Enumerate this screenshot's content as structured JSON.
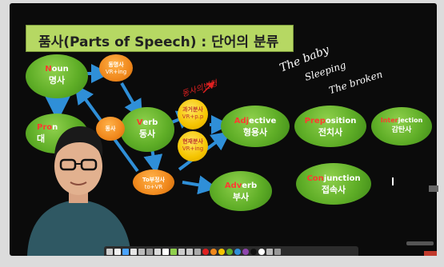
{
  "title": "품사(Parts of Speech) : 단어의 분류",
  "nodes": {
    "noun": {
      "first": "N",
      "rest": "oun",
      "ko": "명사"
    },
    "pronoun": {
      "first": "Pro",
      "rest": "n",
      "ko": "대"
    },
    "verb": {
      "first": "V",
      "rest": "erb",
      "ko": "동사"
    },
    "adjective": {
      "first": "Adj",
      "rest": "ective",
      "ko": "형용사"
    },
    "adverb": {
      "first": "Adv",
      "rest": "erb",
      "ko": "부사"
    },
    "preposition": {
      "first": "Prep",
      "rest": "osition",
      "ko": "전치사"
    },
    "conjunction": {
      "first": "Con",
      "rest": "junction",
      "ko": "접속사"
    },
    "interjection": {
      "first": "Inter",
      "rest": "jection",
      "ko": "감탄사"
    }
  },
  "small_nodes": {
    "gerund": {
      "l1": "동명사",
      "l2": "VR+ing"
    },
    "verb_partial": {
      "l1": "동사"
    },
    "past_participle": {
      "l1": "과거분사",
      "l2": "VR+p.p"
    },
    "present_participle": {
      "l1": "현재분사",
      "l2": "VR+ing"
    },
    "to_infinitive": {
      "l1": "To부정사",
      "l2": "to+VR"
    }
  },
  "handwriting": {
    "red_note": "동사의변형",
    "line1": "The baby",
    "line2": "Sleeping",
    "line3": "The broken"
  },
  "colors": {
    "board": "#0b0b0b",
    "title_bg": "#b6d863",
    "node_green": "#5fae27",
    "arrow_blue": "#2f8fd8",
    "small_yellow": "#f5c400",
    "small_orange": "#f0881c",
    "handwriting_red": "#e02020"
  },
  "toolbar": {
    "icons": [
      "menu-icon",
      "pen-icon",
      "highlighter-icon",
      "eraser-icon",
      "text-icon",
      "shape-icon",
      "line-icon",
      "arrow-icon",
      "image-icon",
      "undo-icon",
      "redo-icon",
      "zoom-icon",
      "color-red-icon",
      "color-orange-icon",
      "color-yellow-icon",
      "color-green-icon",
      "color-blue-icon",
      "color-purple-icon",
      "color-black-icon",
      "color-white-icon",
      "settings-icon",
      "close-icon"
    ]
  }
}
